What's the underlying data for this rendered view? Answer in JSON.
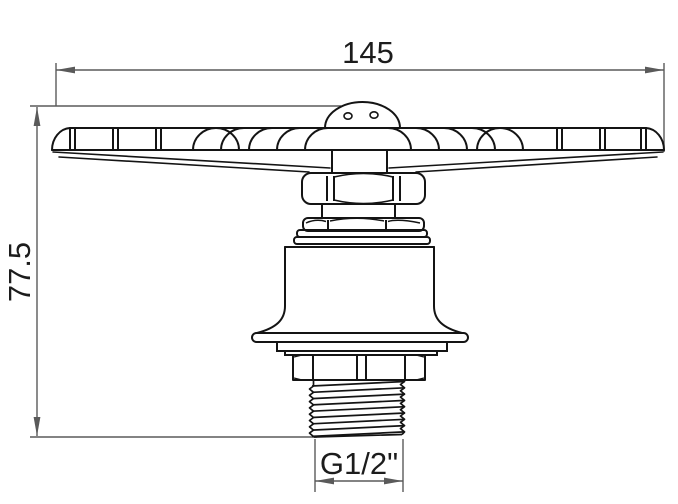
{
  "drawing": {
    "subject": "valve-handwheel-side-view",
    "dimensions": {
      "width_label": "145",
      "height_label": "77.5",
      "thread_label": "G1/2\""
    },
    "colors": {
      "part_line": "#141414",
      "dimension_line": "#5a5a5a",
      "text": "#1c1c1c",
      "background": "#ffffff"
    }
  }
}
